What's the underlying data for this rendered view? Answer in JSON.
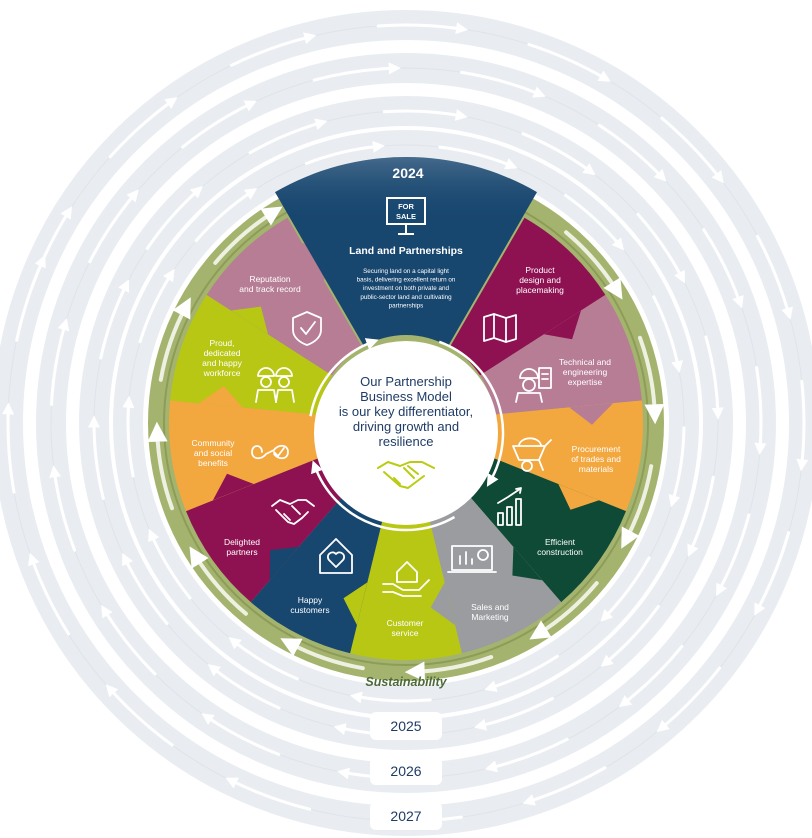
{
  "years": {
    "current": "2024",
    "y2025": "2025",
    "y2026": "2026",
    "y2027": "2027"
  },
  "colors": {
    "ring": "#a4b46e",
    "ring_dark": "#7e8f4b",
    "year_text": "#1f3c66",
    "sustainability_text": "#4c6a3a",
    "center_text": "#1f3c66",
    "center_icon": "#b9cc12",
    "halo": "#e6eaef"
  },
  "center": {
    "line1": "Our Partnership",
    "line2": "Business Model",
    "line3": "is our key differentiator,",
    "line4": "driving growth and",
    "line5": "resilience",
    "icon": "handshake-icon"
  },
  "ring_label": "Sustainability",
  "featured": {
    "title": "Land and Partnerships",
    "sign_line1": "FOR",
    "sign_line2": "SALE",
    "desc1": "Securing land on a capital light",
    "desc2": "basis, delivering excellent return on",
    "desc3": "investment on both private and",
    "desc4": "public-sector land and cultivating",
    "desc5": "partnerships",
    "color": "#17466f",
    "icon": "for-sale-sign-icon"
  },
  "segments": [
    {
      "id": "product-design",
      "lines": [
        "Product",
        "design and",
        "placemaking"
      ],
      "color": "#8e1152",
      "icon": "map-icon"
    },
    {
      "id": "technical",
      "lines": [
        "Technical and",
        "engineering",
        "expertise"
      ],
      "color": "#b67d94",
      "icon": "engineer-icon"
    },
    {
      "id": "procurement",
      "lines": [
        "Procurement",
        "of trades and",
        "materials"
      ],
      "color": "#f3a73f",
      "icon": "wheelbarrow-icon"
    },
    {
      "id": "construction",
      "lines": [
        "Efficient",
        "construction"
      ],
      "color": "#0e4a36",
      "icon": "bar-chart-icon"
    },
    {
      "id": "sales",
      "lines": [
        "Sales and",
        "Marketing"
      ],
      "color": "#9a9c9f",
      "icon": "monitor-chart-icon"
    },
    {
      "id": "customer-service",
      "lines": [
        "Customer",
        "service"
      ],
      "color": "#b8c714",
      "icon": "house-hand-icon"
    },
    {
      "id": "happy-customers",
      "lines": [
        "Happy",
        "customers"
      ],
      "color": "#17466f",
      "icon": "house-heart-icon"
    },
    {
      "id": "delighted-partners",
      "lines": [
        "Delighted",
        "partners"
      ],
      "color": "#8e1152",
      "icon": "handshake-icon"
    },
    {
      "id": "community",
      "lines": [
        "Community",
        "and social",
        "benefits"
      ],
      "color": "#f3a73f",
      "icon": "loop-check-icon"
    },
    {
      "id": "workforce",
      "lines": [
        "Proud,",
        "dedicated",
        "and happy",
        "workforce"
      ],
      "color": "#b8c714",
      "icon": "workers-icon"
    },
    {
      "id": "reputation",
      "lines": [
        "Reputation",
        "and track record"
      ],
      "color": "#b67d94",
      "icon": "shield-check-icon"
    }
  ]
}
